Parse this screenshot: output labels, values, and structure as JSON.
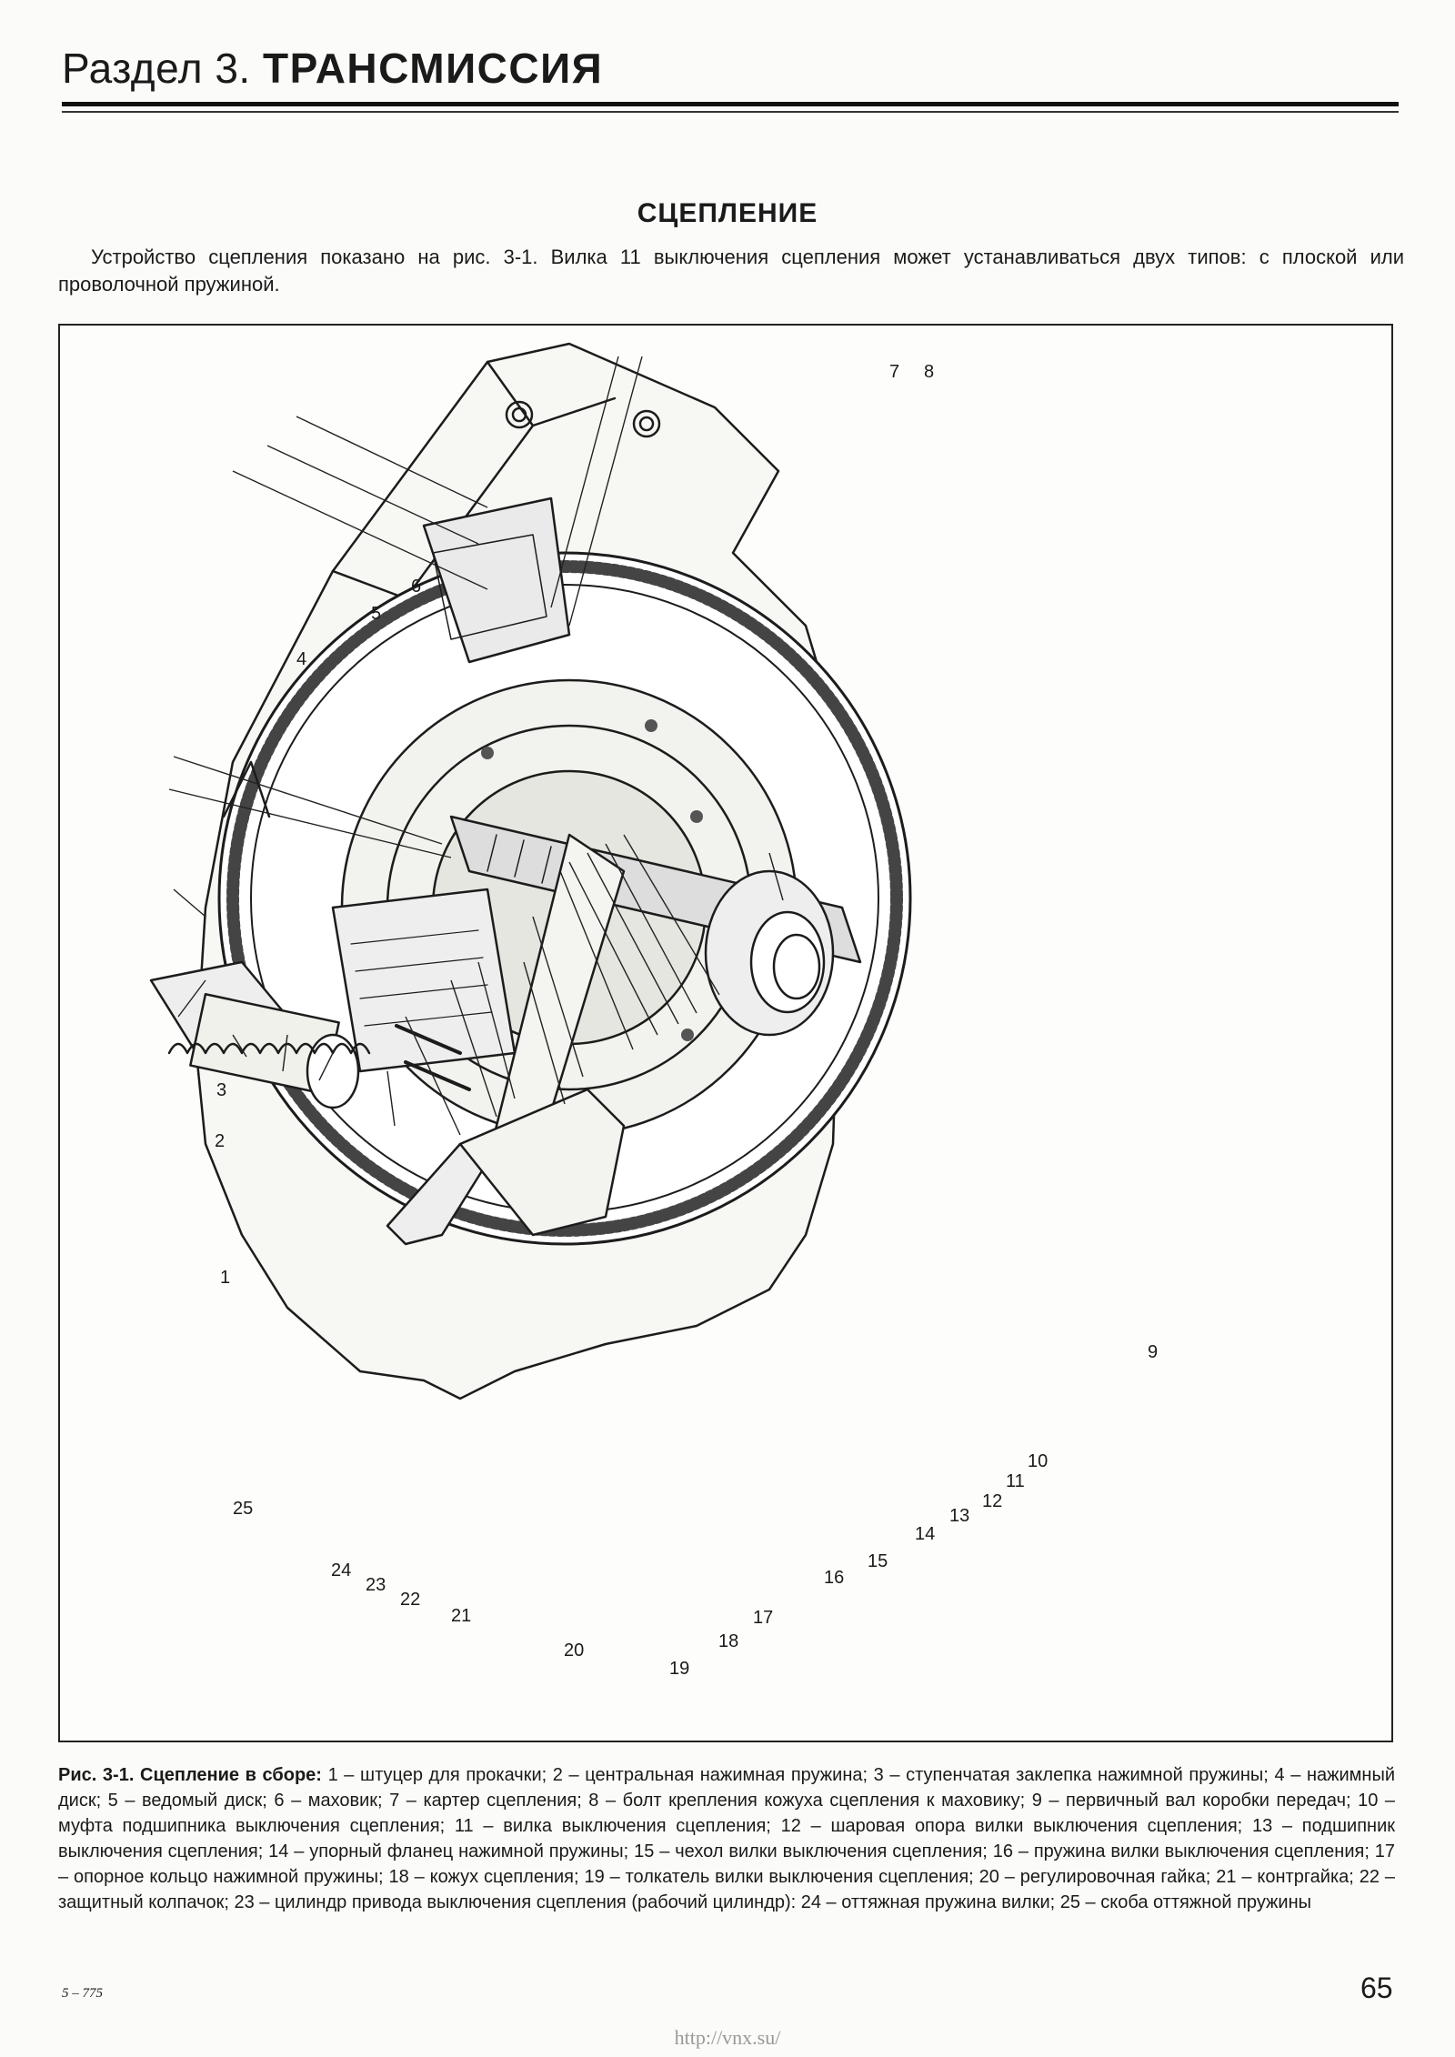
{
  "header": {
    "section": "Раздел 3.",
    "name": "ТРАНСМИССИЯ"
  },
  "section_title": "СЦЕПЛЕНИЕ",
  "intro_text": "Устройство сцепления показано на рис. 3-1. Вилка 11 выключения сцепления может устанавливаться двух типов: с плоской или проволочной пружиной.",
  "figure": {
    "callouts": [
      "1",
      "2",
      "3",
      "4",
      "5",
      "6",
      "7",
      "8",
      "9",
      "10",
      "11",
      "12",
      "13",
      "14",
      "15",
      "16",
      "17",
      "18",
      "19",
      "20",
      "21",
      "22",
      "23",
      "24",
      "25"
    ]
  },
  "caption": {
    "head": "Рис. 3-1. Сцепление в сборе:",
    "body": " 1 – штуцер для прокачки; 2 – центральная нажимная пружина; 3 – ступенчатая заклепка нажимной пружины; 4 – нажимный диск; 5 – ведомый диск; 6 – маховик; 7 – картер сцепления; 8 – болт крепления кожуха сцепления к маховику; 9 – первичный вал коробки передач; 10 – муфта подшипника выключения сцепления; 11 – вилка выключения сцепления; 12 – шаровая опора вилки выключения сцепления; 13 – подшипник выключения сцепления; 14 – упорный фланец нажимной пружины; 15 – чехол вилки выключения сцепления; 16 – пружина вилки выключения сцепления; 17 – опорное кольцо нажимной пружины; 18 – кожух сцепления; 19 – толкатель вилки выключения сцепления; 20 – регулировочная гайка; 21 – контргайка; 22 – защитный колпачок; 23 – цилиндр привода выключения сцепления (рабочий цилиндр): 24 – оттяжная пружина вилки; 25 – скоба оттяжной пружины"
  },
  "footer": {
    "code": "5 – 775",
    "page_number": "65",
    "url": "http://vnx.su/"
  }
}
